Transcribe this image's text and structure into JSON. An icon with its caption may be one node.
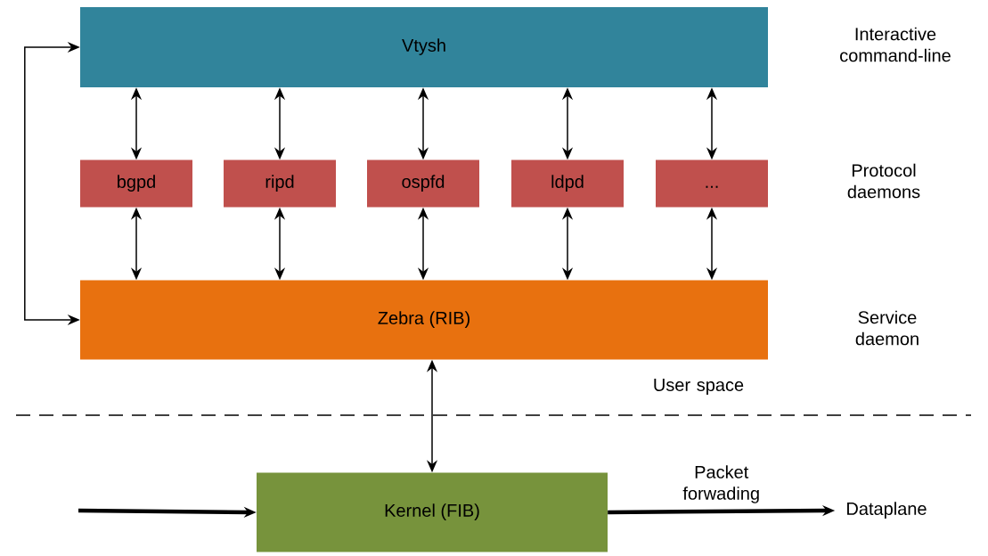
{
  "diagram": {
    "nodes": [
      {
        "text": [
          "Vtysh"
        ]
      },
      {
        "text": [
          "bgpd"
        ]
      },
      {
        "text": [
          "ripd"
        ]
      },
      {
        "text": [
          "ospfd"
        ]
      },
      {
        "text": [
          "ldpd"
        ]
      },
      {
        "text": [
          "..."
        ]
      },
      {
        "text": [
          "Zebra (RIB)"
        ]
      },
      {
        "text": [
          "Kernel (FIB)"
        ]
      },
      {
        "text": [
          "Dataplane"
        ]
      }
    ],
    "edges": [
      {
        "from": 0,
        "to": 6,
        "arrow": "both"
      },
      {
        "from": 0,
        "to": 1,
        "arrow": "both"
      },
      {
        "from": 0,
        "to": 2,
        "arrow": "both"
      },
      {
        "from": 0,
        "to": 3,
        "arrow": "both"
      },
      {
        "from": 0,
        "to": 4,
        "arrow": "both"
      },
      {
        "from": 0,
        "to": 5,
        "arrow": "both"
      },
      {
        "from": 1,
        "to": 6,
        "arrow": "both"
      },
      {
        "from": 2,
        "to": 6,
        "arrow": "both"
      },
      {
        "from": 3,
        "to": 6,
        "arrow": "both"
      },
      {
        "from": 4,
        "to": 6,
        "arrow": "both"
      },
      {
        "from": 5,
        "to": 6,
        "arrow": "both"
      },
      {
        "from": 6,
        "to": 7,
        "arrow": "both"
      },
      {
        "from": null,
        "to": 7,
        "arrow": "to",
        "style": "thick"
      },
      {
        "from": 7,
        "to": 8,
        "arrow": "to",
        "style": "thick",
        "label": "Packet forwading"
      }
    ],
    "labels": [
      "Interactive command-line",
      "Protocol daemons",
      "Service daemon",
      "User space"
    ]
  }
}
